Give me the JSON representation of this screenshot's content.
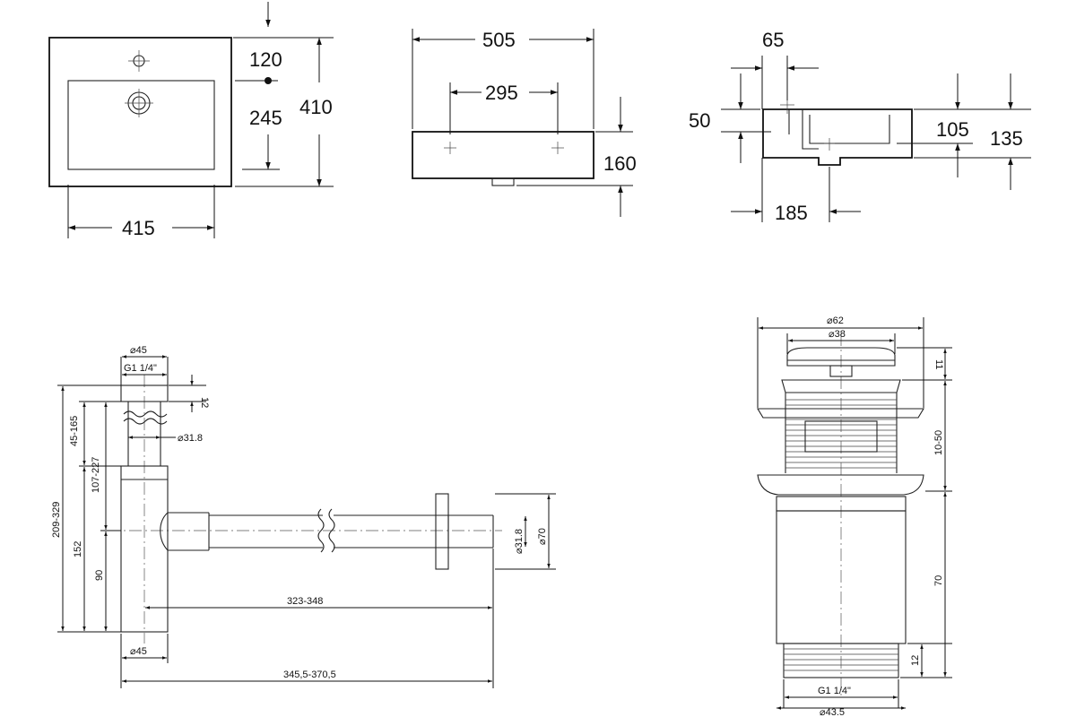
{
  "basin_top_view": {
    "d_120": "120",
    "d_245": "245",
    "d_410": "410",
    "d_415": "415"
  },
  "basin_front_view": {
    "d_505": "505",
    "d_295": "295",
    "d_160": "160"
  },
  "basin_side_view": {
    "d_65": "65",
    "d_50": "50",
    "d_105": "105",
    "d_135": "135",
    "d_185": "185"
  },
  "siphon": {
    "d_45_top": "⌀45",
    "thread_top": "G1 1/4\"",
    "d_12": "12",
    "d_31_8": "⌀31.8",
    "d_45_165": "45-165",
    "d_107_227": "107-227",
    "d_209_329": "209-329",
    "d_152": "152",
    "d_90": "90",
    "d_31_8_pipe": "⌀31.8",
    "d_70": "⌀70",
    "d_323_348": "323-348",
    "d_45_bottom": "⌀45",
    "d_345_370": "345,5-370,5"
  },
  "drain_valve": {
    "d_62": "⌀62",
    "d_38": "⌀38",
    "d_11": "11",
    "d_10_50": "10-50",
    "d_70": "70",
    "d_12": "12",
    "thread_bottom": "G1 1/4\"",
    "d_43_5": "⌀43.5"
  }
}
